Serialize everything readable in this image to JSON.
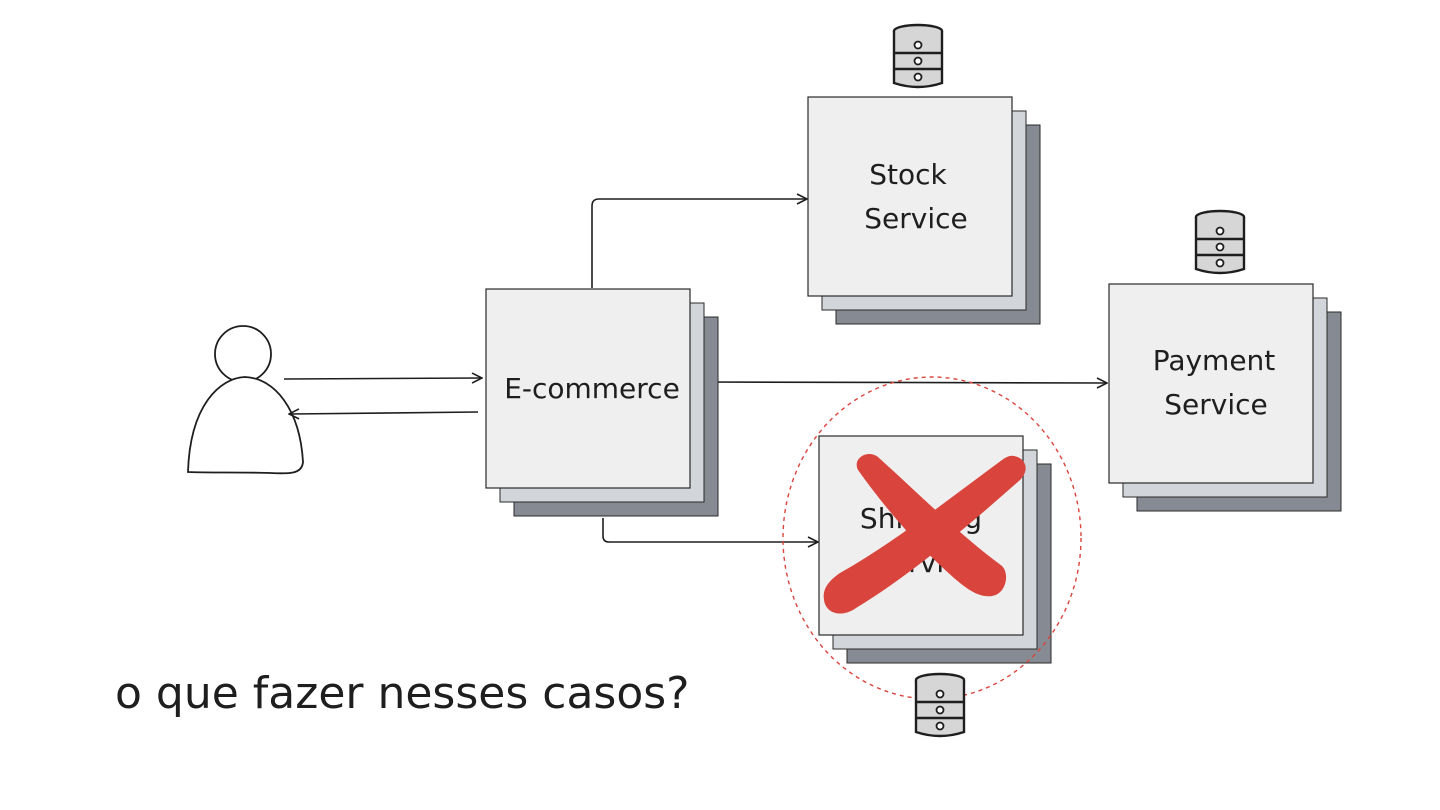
{
  "diagram": {
    "actor": {
      "name": "user-icon"
    },
    "services": {
      "ecommerce": {
        "lines": [
          "E-commerce"
        ]
      },
      "stock": {
        "lines": [
          "Stock",
          "Service"
        ]
      },
      "payment": {
        "lines": [
          "Payment",
          "Service"
        ]
      },
      "shipping": {
        "lines": [
          "Shipping",
          "Service"
        ],
        "status": "failed"
      }
    },
    "question": "o que fazer nesses casos?",
    "colors": {
      "box_fill": "#efefef",
      "box_stroke": "#2a2a2a",
      "stack_mid": "#d2d6da",
      "stack_back": "#868b93",
      "arrow": "#1e1e1e",
      "failure_cross": "#d9443c",
      "failure_circle": "#d9443c",
      "database_fill": "#d6d6d6"
    }
  }
}
